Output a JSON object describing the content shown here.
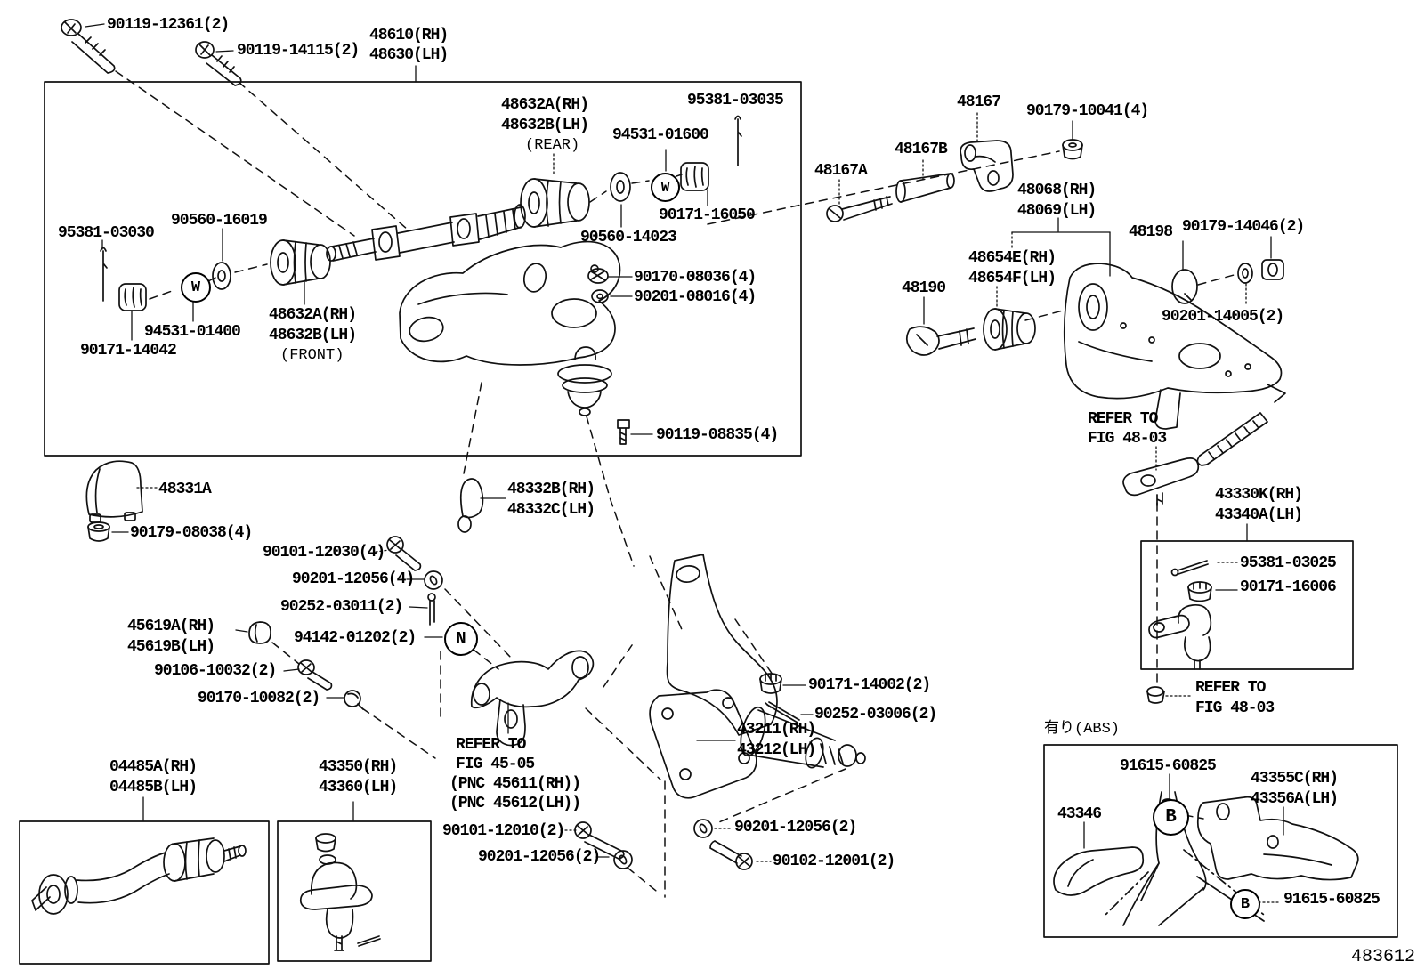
{
  "page": {
    "code": "483612",
    "abs_note": "有り(ABS)"
  },
  "marks": {
    "w": "W",
    "n": "N",
    "b": "B"
  },
  "labels": {
    "bolt1": "90119-12361(2)",
    "bolt2": "90119-14115(2)",
    "a48610_rh": "48610(RH)",
    "a48610_lh": "48630(LH)",
    "rear_a": "48632A(RH)",
    "rear_b": "48632B(LH)",
    "rear_note": "(REAR)",
    "p94531_01600": "94531-01600",
    "p95381_03035": "95381-03035",
    "p90171_16050": "90171-16050",
    "p90560_14023": "90560-14023",
    "p95381_03030": "95381-03030",
    "p90560_16019": "90560-16019",
    "p94531_01400": "94531-01400",
    "p90171_14042": "90171-14042",
    "front_a": "48632A(RH)",
    "front_b": "48632B(LH)",
    "front_note": "(FRONT)",
    "p90170_08036": "90170-08036(4)",
    "p90201_08016": "90201-08016(4)",
    "p90119_08835": "90119-08835(4)",
    "p48331a": "48331A",
    "p90179_08038": "90179-08038(4)",
    "p48332b": "48332B(RH)",
    "p48332c": "48332C(LH)",
    "p90101_12030": "90101-12030(4)",
    "p90201_12056_4": "90201-12056(4)",
    "p90252_03011": "90252-03011(2)",
    "p45619a": "45619A(RH)",
    "p45619b": "45619B(LH)",
    "p94142_01202": "94142-01202(2)",
    "p90106_10032": "90106-10032(2)",
    "p90170_10082": "90170-10082(2)",
    "refer4505_1": "REFER TO",
    "refer4505_2": "FIG 45-05",
    "refer4505_3": "(PNC 45611(RH))",
    "refer4505_4": "(PNC 45612(LH))",
    "p43211": "43211(RH)",
    "p43212": "43212(LH)",
    "p90171_14002": "90171-14002(2)",
    "p90252_03006": "90252-03006(2)",
    "p90101_12010": "90101-12010(2)",
    "p90201_12056_l": "90201-12056(2)",
    "p90201_12056_r": "90201-12056(2)",
    "p90102_12001": "90102-12001(2)",
    "p04485a": "04485A(RH)",
    "p04485b": "04485B(LH)",
    "p43350": "43350(RH)",
    "p43360": "43360(LH)",
    "p48167": "48167",
    "p90179_10041": "90179-10041(4)",
    "p48167b": "48167B",
    "p48167a": "48167A",
    "p48068": "48068(RH)",
    "p48069": "48069(LH)",
    "p48654e": "48654E(RH)",
    "p48654f": "48654F(LH)",
    "p48198": "48198",
    "p90179_14046": "90179-14046(2)",
    "p48190": "48190",
    "p90201_14005": "90201-14005(2)",
    "refer4803_top_1": "REFER TO",
    "refer4803_top_2": "FIG 48-03",
    "p43330k": "43330K(RH)",
    "p43340a": "43340A(LH)",
    "p95381_03025": "95381-03025",
    "p90171_16006": "90171-16006",
    "refer4803_bot_1": "REFER TO",
    "refer4803_bot_2": "FIG 48-03",
    "p91615_60825_t": "91615-60825",
    "p43355c": "43355C(RH)",
    "p43356a": "43356A(LH)",
    "p43346": "43346",
    "p91615_60825_b": "91615-60825"
  }
}
